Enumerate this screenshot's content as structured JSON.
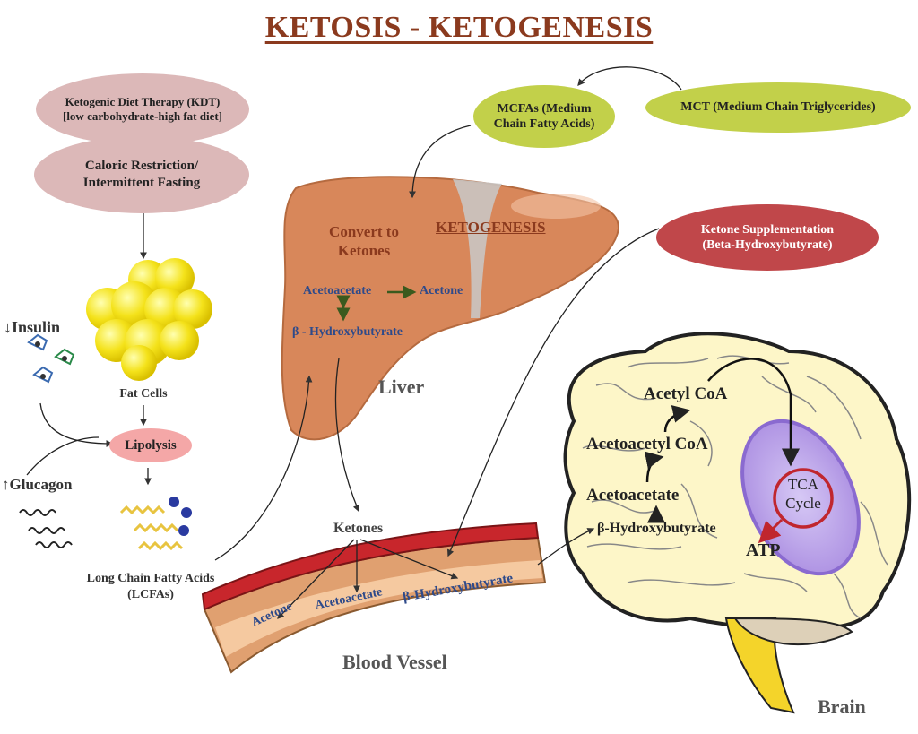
{
  "title": "KETOSIS - KETOGENESIS",
  "diet": {
    "kdt": "Ketogenic Diet Therapy  (KDT)\n[low carbohydrate-high  fat diet]",
    "caloric": "Caloric Restriction/\nIntermittent Fasting"
  },
  "supplements": {
    "mcfa": "MCFAs (Medium\nChain Fatty Acids)",
    "mct": "MCT (Medium Chain Triglycerides)",
    "ketone_supp": "Ketone Supplementation\n(Beta-Hydroxybutyrate)"
  },
  "hormones": {
    "insulin": "↓Insulin",
    "glucagon": "↑Glucagon"
  },
  "fat": {
    "fat_cells": "Fat Cells",
    "lipolysis": "Lipolysis",
    "lcfa": "Long Chain Fatty Acids\n(LCFAs)"
  },
  "liver": {
    "convert": "Convert to\nKetones",
    "ketogenesis": "KETOGENESIS",
    "acetoacetate": "Acetoacetate",
    "acetone": "Acetone",
    "bhb": "β - Hydroxybutyrate",
    "label": "Liver"
  },
  "blood": {
    "ketones": "Ketones",
    "acetone": "Acetone",
    "acetoacetate": "Acetoacetate",
    "bhb": "β-Hydroxybutyrate",
    "label": "Blood Vessel"
  },
  "brain": {
    "acetyl_coa": "Acetyl CoA",
    "acetoacetyl_coa": "Acetoacetyl CoA",
    "acetoacetate": "Acetoacetate",
    "bhb": "β-Hydroxybutyrate",
    "tca": "TCA\nCycle",
    "atp": "ATP",
    "label": "Brain"
  },
  "colors": {
    "title": "#8b3a1e",
    "diet_ellipse": "#dcb8b8",
    "supplement_ellipse": "#c2d04a",
    "ketone_supp_ellipse": "#c0474a",
    "lipolysis_ellipse": "#f4a7a7",
    "liver": "#d8875a",
    "liver_text": "#8b3a1e",
    "ketone_text": "#2e4a8a",
    "mitochondria": "#b39ae6",
    "tca_ring": "#c0262e",
    "vessel_outer": "#e0a070",
    "vessel_inner": "#f5c9a0",
    "vessel_red": "#c8262c",
    "brain": "#fdf6c8"
  }
}
